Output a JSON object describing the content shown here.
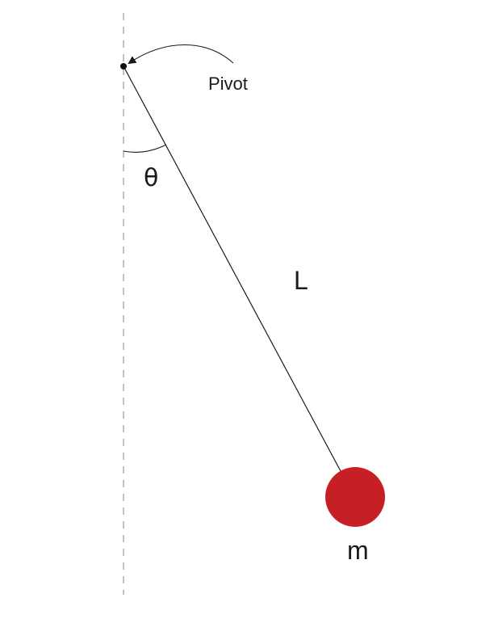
{
  "diagram": {
    "labels": {
      "pivot": "Pivot",
      "angle": "θ",
      "length": "L",
      "mass": "m"
    },
    "colors": {
      "bob": "#c62026",
      "line": "#1a1a1a",
      "reference_line": "#9a9a9a",
      "background": "#ffffff"
    }
  }
}
